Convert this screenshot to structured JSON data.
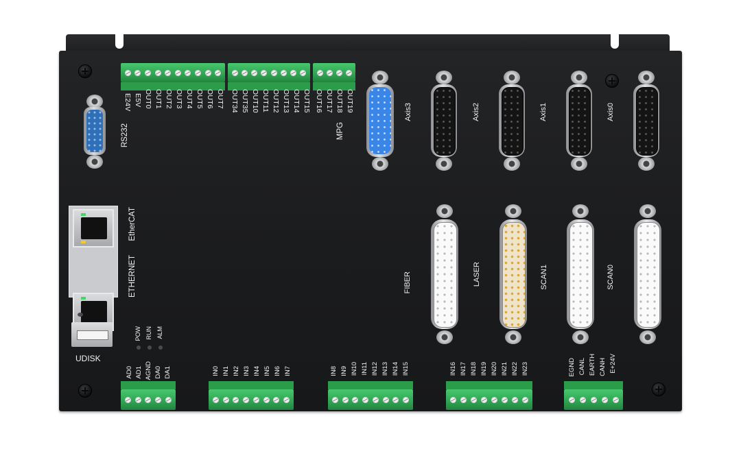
{
  "controller": {
    "top_terminal_labels": {
      "block1": [
        "E24V",
        "E5V",
        "OUT0",
        "OUT1",
        "OUT2",
        "OUT3",
        "OUT4",
        "OUT5",
        "OUT6",
        "OUT7"
      ],
      "block2": [
        "OUT34",
        "OUT35",
        "OUT10",
        "OUT11",
        "OUT12",
        "OUT13",
        "OUT14",
        "OUT15"
      ],
      "block3": [
        "OUT16",
        "OUT17",
        "OUT18",
        "OUT19"
      ]
    },
    "port_labels": {
      "rs232": "RS232",
      "mpg": "MPG",
      "axis3": "Axis3",
      "axis2": "Axis2",
      "axis1": "Axis1",
      "axis0": "Axis0",
      "ethercat": "EtherCAT",
      "ethernet": "ETHERNET",
      "fiber": "FIBER",
      "laser": "LASER",
      "scan1": "SCAN1",
      "scan0": "SCAN0",
      "udisk": "UDISK"
    },
    "status_leds": [
      "POW",
      "RUN",
      "ALM"
    ],
    "bottom_terminal_labels": {
      "analog": [
        "AD0",
        "AD1",
        "AGND",
        "DA0",
        "DA1"
      ],
      "in_a": [
        "IN0",
        "IN1",
        "IN2",
        "IN3",
        "IN4",
        "IN5",
        "IN6",
        "IN7"
      ],
      "in_b": [
        "IN8",
        "IN9",
        "IN10",
        "IN11",
        "IN12",
        "IN13",
        "IN14",
        "IN15"
      ],
      "in_c": [
        "IN16",
        "IN17",
        "IN18",
        "IN19",
        "IN20",
        "IN21",
        "IN22",
        "IN23"
      ],
      "can": [
        "EGND",
        "CANL",
        "EARTH",
        "CANH",
        "E+24V"
      ]
    },
    "colors": {
      "panel": "#1d1e20",
      "terminal_green": "#2fa352",
      "db9_blue": "#2f6fb7",
      "db15_blue": "#3a86e8",
      "label_white": "#f2f2f2"
    }
  }
}
